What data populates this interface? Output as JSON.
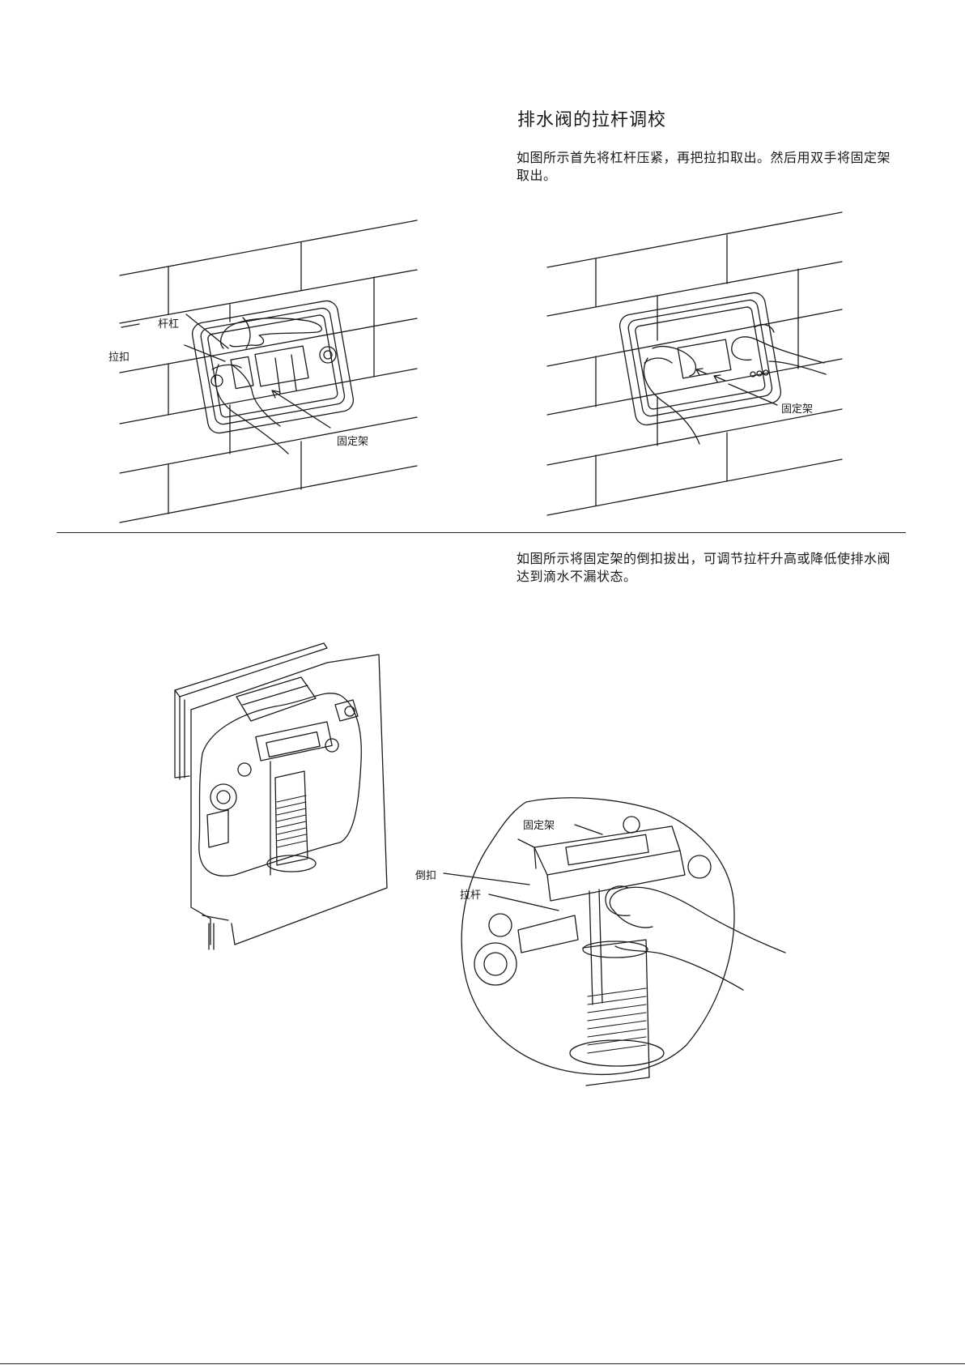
{
  "section": {
    "title": "排水阀的拉杆调校"
  },
  "step1": {
    "instruction": "如图所示首先将杠杆压紧，再把拉扣取出。然后用双手将固定架取出。",
    "callouts": {
      "lever": "杆杠",
      "pull_buckle": "拉扣",
      "bracket_left": "固定架",
      "bracket_right": "固定架"
    }
  },
  "step2": {
    "instruction": "如图所示将固定架的倒扣拔出，可调节拉杆升高或降低使排水阀达到滴水不漏状态。",
    "callouts": {
      "bracket": "固定架",
      "reverse_buckle": "倒扣",
      "pull_rod": "拉杆"
    }
  }
}
